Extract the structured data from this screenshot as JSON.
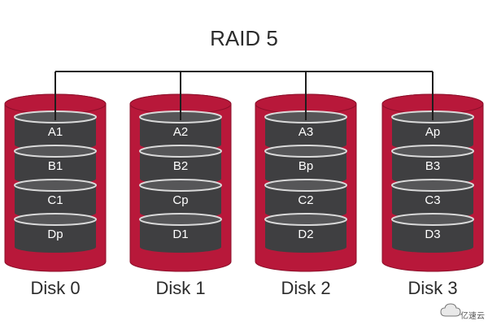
{
  "title": "RAID 5",
  "colors": {
    "shell": "#b8183a",
    "shell_edge": "#8c0f2a",
    "block": "#3f3f41",
    "block_top": "#565658",
    "block_rim": "#d9d9d9",
    "connector": "#1e1e1e"
  },
  "disks": [
    {
      "label": "Disk 0",
      "blocks": [
        "A1",
        "B1",
        "C1",
        "Dp"
      ]
    },
    {
      "label": "Disk 1",
      "blocks": [
        "A2",
        "B2",
        "Cp",
        "D1"
      ]
    },
    {
      "label": "Disk 2",
      "blocks": [
        "A3",
        "Bp",
        "C2",
        "D2"
      ]
    },
    {
      "label": "Disk 3",
      "blocks": [
        "Ap",
        "B3",
        "C3",
        "D3"
      ]
    }
  ],
  "watermark": {
    "icon": "cloud-logo-icon",
    "text": "亿速云"
  }
}
